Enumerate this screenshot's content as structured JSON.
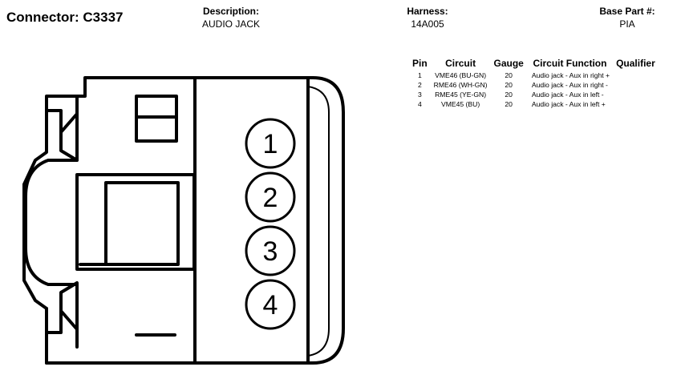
{
  "connector": {
    "label": "Connector: C3337"
  },
  "description": {
    "label": "Description:",
    "value": "AUDIO JACK"
  },
  "harness": {
    "label": "Harness:",
    "value": "14A005"
  },
  "base_part": {
    "label": "Base Part #:",
    "value": "PIA"
  },
  "pin_table": {
    "headers": [
      "Pin",
      "Circuit",
      "Gauge",
      "Circuit Function",
      "Qualifier"
    ],
    "rows": [
      {
        "pin": "1",
        "circuit": "VME46 (BU-GN)",
        "gauge": "20",
        "function": "Audio jack - Aux in right +",
        "qualifier": ""
      },
      {
        "pin": "2",
        "circuit": "RME46 (WH-GN)",
        "gauge": "20",
        "function": "Audio jack - Aux in right -",
        "qualifier": ""
      },
      {
        "pin": "3",
        "circuit": "RME45 (YE-GN)",
        "gauge": "20",
        "function": "Audio jack - Aux in left -",
        "qualifier": ""
      },
      {
        "pin": "4",
        "circuit": "VME45 (BU)",
        "gauge": "20",
        "function": "Audio jack - Aux in left +",
        "qualifier": ""
      }
    ]
  },
  "diagram": {
    "pin_labels": [
      "1",
      "2",
      "3",
      "4"
    ]
  }
}
